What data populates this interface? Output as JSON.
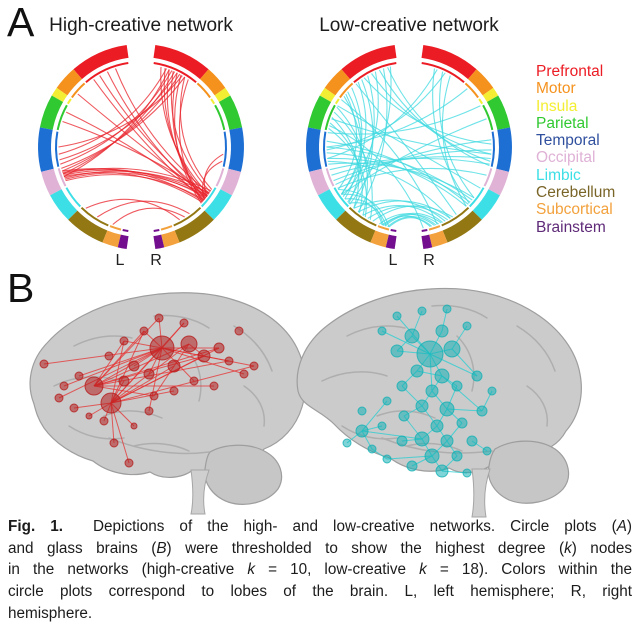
{
  "panel_a": {
    "label": "A",
    "plots": [
      {
        "title": "High-creative network"
      },
      {
        "title": "Low-creative network"
      }
    ],
    "hemisphere_labels": {
      "left": "L",
      "right": "R"
    }
  },
  "panel_b": {
    "label": "B"
  },
  "legend": {
    "items": [
      {
        "label": "Prefrontal",
        "color": "#ec1c24"
      },
      {
        "label": "Motor",
        "color": "#f5921e"
      },
      {
        "label": "Insula",
        "color": "#f3ee33"
      },
      {
        "label": "Parietal",
        "color": "#31c931"
      },
      {
        "label": "Temporal",
        "color": "#30509e"
      },
      {
        "label": "Occipital",
        "color": "#dfb2d6"
      },
      {
        "label": "Limbic",
        "color": "#3ddfe6"
      },
      {
        "label": "Cerebellum",
        "color": "#7a6528"
      },
      {
        "label": "Subcortical",
        "color": "#f2a13c"
      },
      {
        "label": "Brainstem",
        "color": "#5f2a78"
      }
    ]
  },
  "chart_data": [
    {
      "type": "chord",
      "id": "circle-plot-high",
      "title": "High-creative network",
      "threshold_k": 10,
      "link_color": "#e8232b",
      "hemispheres": [
        "L",
        "R"
      ],
      "lobes": [
        {
          "name": "Prefrontal",
          "color": "#ec1c24",
          "start": 8,
          "end": 41
        },
        {
          "name": "Motor",
          "color": "#f5921e",
          "start": 41,
          "end": 55
        },
        {
          "name": "Insula",
          "color": "#f3ee33",
          "start": 55,
          "end": 60
        },
        {
          "name": "Parietal",
          "color": "#31c931",
          "start": 60,
          "end": 79
        },
        {
          "name": "Temporal",
          "color": "#1e6fd4",
          "start": 79,
          "end": 104
        },
        {
          "name": "Occipital",
          "color": "#dfb2d6",
          "start": 104,
          "end": 118
        },
        {
          "name": "Limbic",
          "color": "#3ddfe6",
          "start": 118,
          "end": 135
        },
        {
          "name": "Cerebellum",
          "color": "#927713",
          "start": 135,
          "end": 158
        },
        {
          "name": "Subcortical",
          "color": "#f2a13c",
          "start": 158,
          "end": 167
        },
        {
          "name": "Brainstem",
          "color": "#730f8f",
          "start": 167,
          "end": 172
        }
      ],
      "chords": [
        [
          248,
          124
        ],
        [
          250,
          126
        ],
        [
          252,
          128
        ],
        [
          246,
          130
        ],
        [
          249,
          132
        ],
        [
          251,
          122
        ],
        [
          253,
          131
        ],
        [
          247,
          127
        ],
        [
          249,
          20
        ],
        [
          251,
          24
        ],
        [
          253,
          28
        ],
        [
          255,
          32
        ],
        [
          258,
          22
        ],
        [
          261,
          26
        ],
        [
          14,
          125
        ],
        [
          17,
          127
        ],
        [
          20,
          129
        ],
        [
          23,
          123
        ],
        [
          26,
          131
        ],
        [
          29,
          133
        ],
        [
          32,
          121
        ],
        [
          35,
          132
        ],
        [
          330,
          126
        ],
        [
          336,
          128
        ],
        [
          342,
          124
        ],
        [
          325,
          130
        ],
        [
          310,
          127
        ],
        [
          295,
          129
        ],
        [
          288,
          125
        ],
        [
          212,
          144
        ],
        [
          200,
          148
        ],
        [
          222,
          152
        ],
        [
          95,
          127
        ],
        [
          100,
          130
        ],
        [
          265,
          18
        ],
        [
          270,
          30
        ]
      ]
    },
    {
      "type": "chord",
      "id": "circle-plot-low",
      "title": "Low-creative network",
      "threshold_k": 18,
      "link_color": "#3fd9e0",
      "hemispheres": [
        "L",
        "R"
      ],
      "chords": [
        [
          325,
          222
        ],
        [
          330,
          228
        ],
        [
          336,
          233
        ],
        [
          342,
          218
        ],
        [
          347,
          226
        ],
        [
          322,
          235
        ],
        [
          327,
          88
        ],
        [
          333,
          95
        ],
        [
          339,
          100
        ],
        [
          345,
          103
        ],
        [
          283,
          212
        ],
        [
          287,
          217
        ],
        [
          291,
          222
        ],
        [
          295,
          208
        ],
        [
          299,
          214
        ],
        [
          258,
          128
        ],
        [
          262,
          132
        ],
        [
          266,
          136
        ],
        [
          270,
          130
        ],
        [
          274,
          134
        ],
        [
          243,
          85
        ],
        [
          246,
          92
        ],
        [
          250,
          98
        ],
        [
          254,
          102
        ],
        [
          195,
          162
        ],
        [
          197,
          159
        ],
        [
          199,
          165
        ],
        [
          201,
          161
        ],
        [
          194,
          164
        ],
        [
          198,
          157
        ],
        [
          206,
          148
        ],
        [
          210,
          152
        ],
        [
          214,
          156
        ],
        [
          218,
          150
        ],
        [
          222,
          154
        ],
        [
          227,
          196
        ],
        [
          231,
          199
        ],
        [
          235,
          194
        ],
        [
          239,
          198
        ],
        [
          18,
          133
        ],
        [
          24,
          128
        ],
        [
          30,
          136
        ],
        [
          20,
          262
        ],
        [
          26,
          268
        ],
        [
          308,
          227
        ],
        [
          312,
          231
        ],
        [
          316,
          235
        ],
        [
          310,
          239
        ],
        [
          300,
          120
        ],
        [
          290,
          95
        ],
        [
          280,
          60
        ],
        [
          270,
          45
        ],
        [
          260,
          150
        ],
        [
          240,
          110
        ],
        [
          235,
          70
        ],
        [
          320,
          145
        ],
        [
          305,
          160
        ],
        [
          285,
          170
        ]
      ]
    },
    {
      "type": "scatter",
      "id": "glass-brain-high",
      "node_color": "#b51d1d",
      "edge_color": "#e53030",
      "nodes": [
        [
          148,
          62,
          12
        ],
        [
          175,
          58,
          8
        ],
        [
          80,
          100,
          9
        ],
        [
          97,
          117,
          10
        ],
        [
          120,
          80,
          5
        ],
        [
          135,
          88,
          5
        ],
        [
          160,
          80,
          6
        ],
        [
          110,
          95,
          5
        ],
        [
          190,
          70,
          6
        ],
        [
          205,
          62,
          5
        ],
        [
          215,
          75,
          4
        ],
        [
          230,
          88,
          4
        ],
        [
          240,
          80,
          4
        ],
        [
          140,
          110,
          4
        ],
        [
          160,
          105,
          4
        ],
        [
          180,
          95,
          4
        ],
        [
          200,
          100,
          4
        ],
        [
          65,
          90,
          4
        ],
        [
          50,
          100,
          4
        ],
        [
          30,
          78,
          4
        ],
        [
          45,
          112,
          4
        ],
        [
          60,
          122,
          4
        ],
        [
          75,
          130,
          3
        ],
        [
          90,
          135,
          4
        ],
        [
          145,
          32,
          4
        ],
        [
          170,
          37,
          4
        ],
        [
          130,
          45,
          4
        ],
        [
          110,
          55,
          4
        ],
        [
          95,
          70,
          4
        ],
        [
          225,
          45,
          4
        ],
        [
          100,
          157,
          4
        ],
        [
          115,
          177,
          4
        ],
        [
          135,
          125,
          4
        ],
        [
          120,
          140,
          3
        ]
      ],
      "edges": [
        [
          2,
          0
        ],
        [
          3,
          0
        ],
        [
          2,
          1
        ],
        [
          3,
          1
        ],
        [
          2,
          8
        ],
        [
          3,
          8
        ],
        [
          2,
          9
        ],
        [
          3,
          9
        ],
        [
          2,
          10
        ],
        [
          3,
          12
        ],
        [
          2,
          13
        ],
        [
          3,
          26
        ],
        [
          2,
          24
        ],
        [
          3,
          25
        ],
        [
          2,
          26
        ],
        [
          3,
          27
        ],
        [
          0,
          9
        ],
        [
          0,
          10
        ],
        [
          0,
          11
        ],
        [
          0,
          12
        ],
        [
          0,
          24
        ],
        [
          0,
          25
        ],
        [
          1,
          8
        ],
        [
          1,
          13
        ],
        [
          17,
          0
        ],
        [
          18,
          0
        ],
        [
          19,
          0
        ],
        [
          20,
          0
        ],
        [
          21,
          3
        ],
        [
          22,
          3
        ],
        [
          23,
          3
        ],
        [
          3,
          30
        ],
        [
          3,
          31
        ],
        [
          2,
          27
        ],
        [
          0,
          26
        ],
        [
          0,
          27
        ],
        [
          16,
          2
        ],
        [
          15,
          0
        ],
        [
          14,
          3
        ],
        [
          32,
          0
        ],
        [
          33,
          3
        ],
        [
          4,
          0
        ],
        [
          5,
          0
        ],
        [
          6,
          3
        ],
        [
          7,
          3
        ]
      ]
    },
    {
      "type": "scatter",
      "id": "glass-brain-low",
      "node_color": "#14b0b4",
      "edge_color": "#23cdd1",
      "nodes": [
        [
          138,
          73,
          13
        ],
        [
          120,
          55,
          7
        ],
        [
          150,
          50,
          6
        ],
        [
          105,
          70,
          6
        ],
        [
          160,
          68,
          8
        ],
        [
          125,
          90,
          6
        ],
        [
          150,
          95,
          7
        ],
        [
          110,
          105,
          5
        ],
        [
          140,
          110,
          6
        ],
        [
          165,
          105,
          5
        ],
        [
          130,
          125,
          6
        ],
        [
          155,
          128,
          7
        ],
        [
          112,
          135,
          5
        ],
        [
          145,
          145,
          6
        ],
        [
          170,
          142,
          5
        ],
        [
          130,
          158,
          7
        ],
        [
          155,
          160,
          6
        ],
        [
          110,
          160,
          5
        ],
        [
          140,
          175,
          7
        ],
        [
          165,
          175,
          5
        ],
        [
          120,
          185,
          5
        ],
        [
          150,
          190,
          6
        ],
        [
          180,
          160,
          5
        ],
        [
          190,
          130,
          5
        ],
        [
          185,
          95,
          5
        ],
        [
          95,
          120,
          4
        ],
        [
          90,
          145,
          4
        ],
        [
          70,
          150,
          6
        ],
        [
          55,
          162,
          4
        ],
        [
          80,
          168,
          4
        ],
        [
          95,
          178,
          4
        ],
        [
          175,
          192,
          4
        ],
        [
          195,
          170,
          4
        ],
        [
          90,
          50,
          4
        ],
        [
          105,
          35,
          4
        ],
        [
          130,
          30,
          4
        ],
        [
          155,
          28,
          4
        ],
        [
          175,
          45,
          4
        ],
        [
          200,
          110,
          4
        ],
        [
          70,
          130,
          4
        ]
      ],
      "edges": [
        [
          0,
          1
        ],
        [
          0,
          2
        ],
        [
          0,
          3
        ],
        [
          0,
          4
        ],
        [
          0,
          5
        ],
        [
          0,
          6
        ],
        [
          0,
          8
        ],
        [
          0,
          24
        ],
        [
          1,
          3
        ],
        [
          1,
          35
        ],
        [
          2,
          36
        ],
        [
          4,
          37
        ],
        [
          4,
          24
        ],
        [
          5,
          6
        ],
        [
          5,
          7
        ],
        [
          6,
          8
        ],
        [
          6,
          9
        ],
        [
          7,
          10
        ],
        [
          8,
          10
        ],
        [
          8,
          11
        ],
        [
          9,
          11
        ],
        [
          10,
          12
        ],
        [
          10,
          13
        ],
        [
          11,
          13
        ],
        [
          11,
          14
        ],
        [
          12,
          15
        ],
        [
          13,
          15
        ],
        [
          13,
          16
        ],
        [
          14,
          16
        ],
        [
          15,
          17
        ],
        [
          15,
          18
        ],
        [
          16,
          18
        ],
        [
          16,
          19
        ],
        [
          18,
          20
        ],
        [
          18,
          21
        ],
        [
          19,
          21
        ],
        [
          21,
          31
        ],
        [
          22,
          32
        ],
        [
          23,
          38
        ],
        [
          25,
          27
        ],
        [
          26,
          27
        ],
        [
          27,
          28
        ],
        [
          27,
          29
        ],
        [
          29,
          30
        ],
        [
          15,
          27
        ],
        [
          18,
          30
        ],
        [
          6,
          23
        ],
        [
          11,
          23
        ],
        [
          0,
          34
        ],
        [
          0,
          33
        ]
      ]
    }
  ],
  "caption": {
    "lines": [
      [
        {
          "t": "Fig. 1.",
          "b": true
        },
        {
          "t": "  Depictions of the high- and low-creative networks. Circle plots ("
        },
        {
          "t": "A",
          "i": true
        },
        {
          "t": ")"
        }
      ],
      [
        {
          "t": "and glass brains ("
        },
        {
          "t": "B",
          "i": true
        },
        {
          "t": ") were thresholded to show the highest degree ("
        },
        {
          "t": "k",
          "i": true
        },
        {
          "t": ") nodes"
        }
      ],
      [
        {
          "t": "in the networks (high-creative "
        },
        {
          "t": "k",
          "i": true
        },
        {
          "t": " = 10, low-creative "
        },
        {
          "t": "k",
          "i": true
        },
        {
          "t": " = 18). Colors within the"
        }
      ],
      [
        {
          "t": "circle plots correspond to lobes of the brain. L, left hemisphere; R, right"
        }
      ],
      [
        {
          "t": "hemisphere."
        }
      ]
    ]
  }
}
